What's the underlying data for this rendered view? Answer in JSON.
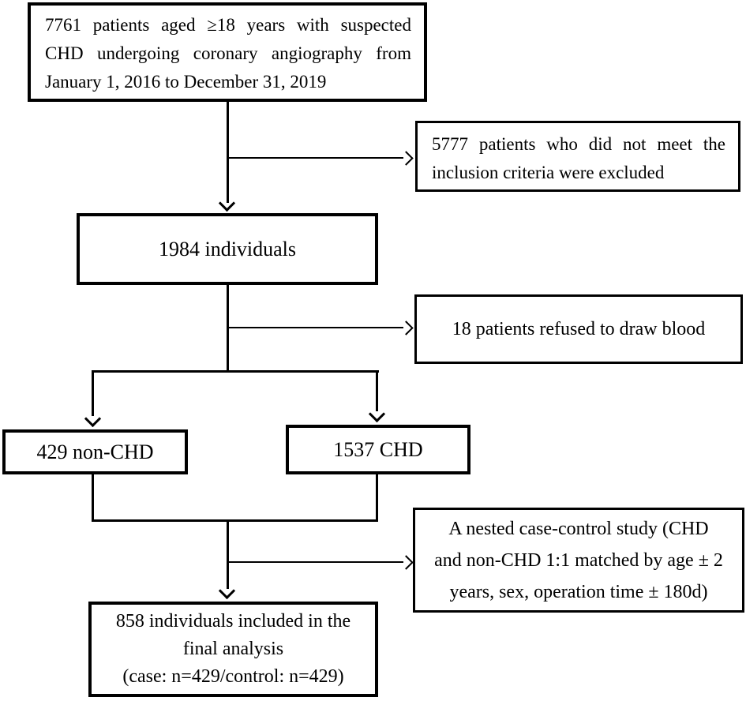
{
  "figure": {
    "type": "study-flowchart",
    "background_color": "#ffffff",
    "line_color": "#000000",
    "text_color": "#000000"
  },
  "boxes": {
    "eligible": {
      "lines": [
        "7761 patients aged ≥18 years with suspected",
        "CHD undergoing coronary angiography from",
        "January 1, 2016 to December 31, 2019"
      ]
    },
    "excluded": {
      "lines": [
        "5777 patients who did not meet the",
        "inclusion criteria were excluded"
      ]
    },
    "individuals": {
      "lines": [
        "1984 individuals"
      ]
    },
    "refused": {
      "lines": [
        "18 patients refused to draw blood"
      ]
    },
    "non_chd": {
      "lines": [
        "429 non-CHD"
      ]
    },
    "chd": {
      "lines": [
        "1537 CHD"
      ]
    },
    "nested": {
      "lines": [
        "A nested case-control study (CHD",
        "and non-CHD 1:1 matched by age ± 2",
        "years, sex, operation time ± 180d)"
      ]
    },
    "final": {
      "lines": [
        "858 individuals included in the",
        "final analysis",
        "(case: n=429/control: n=429)"
      ]
    }
  }
}
